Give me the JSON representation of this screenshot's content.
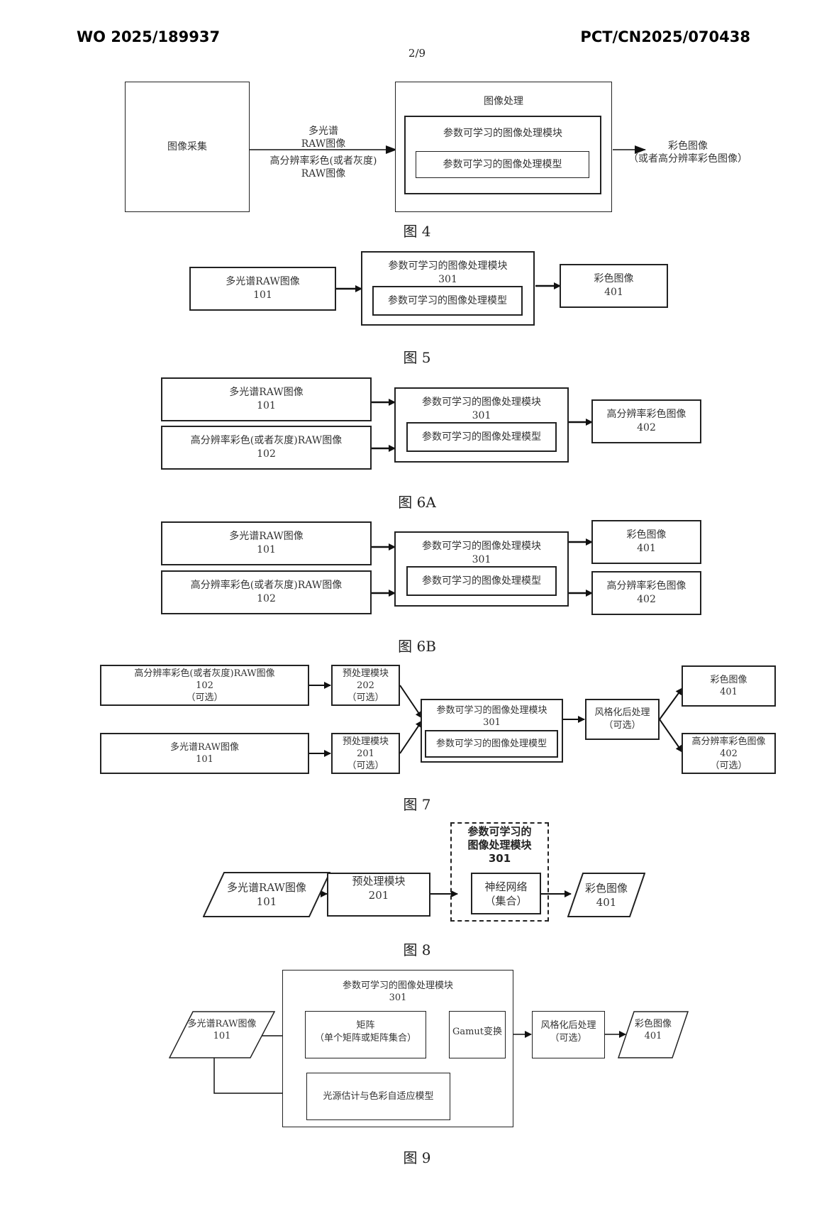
{
  "header": {
    "publication_number": "WO 2025/189937",
    "application_number": "PCT/CN2025/070438",
    "page_indicator": "2/9"
  },
  "fig4": {
    "caption": "图 4",
    "acquisition": "图像采集",
    "input_top_line1": "多光谱",
    "input_top_line2": "RAW图像",
    "input_bottom_line1": "高分辨率彩色(或者灰度)",
    "input_bottom_line2": "RAW图像",
    "processing_title": "图像处理",
    "module_title": "参数可学习的图像处理模块",
    "model_title": "参数可学习的图像处理模型",
    "output_line1": "彩色图像",
    "output_line2": "（或者高分辨率彩色图像）"
  },
  "fig5": {
    "caption": "图 5",
    "input_label": "多光谱RAW图像",
    "input_ref": "101",
    "module_label": "参数可学习的图像处理模块",
    "module_ref": "301",
    "model_label": "参数可学习的图像处理模型",
    "output_label": "彩色图像",
    "output_ref": "401"
  },
  "fig6a": {
    "caption": "图 6A",
    "input1_label": "多光谱RAW图像",
    "input1_ref": "101",
    "input2_label": "高分辨率彩色(或者灰度)RAW图像",
    "input2_ref": "102",
    "module_label": "参数可学习的图像处理模块",
    "module_ref": "301",
    "model_label": "参数可学习的图像处理模型",
    "output_label": "高分辨率彩色图像",
    "output_ref": "402"
  },
  "fig6b": {
    "caption": "图 6B",
    "input1_label": "多光谱RAW图像",
    "input1_ref": "101",
    "input2_label": "高分辨率彩色(或者灰度)RAW图像",
    "input2_ref": "102",
    "module_label": "参数可学习的图像处理模块",
    "module_ref": "301",
    "model_label": "参数可学习的图像处理模型",
    "output1_label": "彩色图像",
    "output1_ref": "401",
    "output2_label": "高分辨率彩色图像",
    "output2_ref": "402"
  },
  "fig7": {
    "caption": "图 7",
    "input2_label": "高分辨率彩色(或者灰度)RAW图像",
    "input2_ref": "102",
    "input2_note": "（可选）",
    "pre2_label": "预处理模块",
    "pre2_ref": "202",
    "pre2_note": "（可选）",
    "input1_label": "多光谱RAW图像",
    "input1_ref": "101",
    "pre1_label": "预处理模块",
    "pre1_ref": "201",
    "pre1_note": "（可选）",
    "module_label": "参数可学习的图像处理模块",
    "module_ref": "301",
    "model_label": "参数可学习的图像处理模型",
    "post_label": "风格化后处理",
    "post_note": "（可选）",
    "output1_label": "彩色图像",
    "output1_ref": "401",
    "output2_label": "高分辨率彩色图像",
    "output2_ref": "402",
    "output2_note": "（可选）"
  },
  "fig8": {
    "caption": "图 8",
    "input_label": "多光谱RAW图像",
    "input_ref": "101",
    "pre_label": "预处理模块",
    "pre_ref": "201",
    "module_line1": "参数可学习的",
    "module_line2": "图像处理模块",
    "module_ref": "301",
    "nn_label": "神经网络",
    "nn_note": "（集合）",
    "output_label": "彩色图像",
    "output_ref": "401"
  },
  "fig9": {
    "caption": "图 9",
    "input_label": "多光谱RAW图像",
    "input_ref": "101",
    "module_label": "参数可学习的图像处理模块",
    "module_ref": "301",
    "matrix_label": "矩阵",
    "matrix_note": "（单个矩阵或矩阵集合）",
    "gamut_label": "Gamut变换",
    "illum_label": "光源估计与色彩自适应模型",
    "post_label": "风格化后处理",
    "post_note": "（可选）",
    "output_label": "彩色图像",
    "output_ref": "401"
  }
}
